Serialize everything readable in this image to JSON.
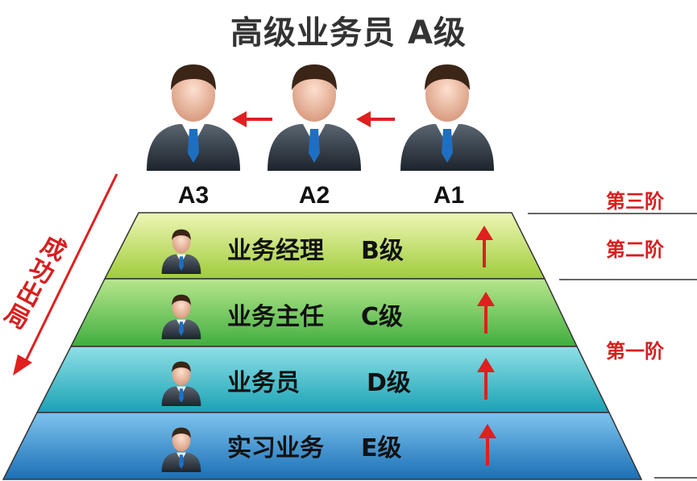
{
  "title": "高级业务员 A级",
  "top_people": [
    "A3",
    "A2",
    "A1"
  ],
  "tiers": [
    {
      "name": "业务经理",
      "level": "B级"
    },
    {
      "name": "业务主任",
      "level": "C级"
    },
    {
      "name": "业务员",
      "level": "D级"
    },
    {
      "name": "实习业务",
      "level": "E级"
    }
  ],
  "stages": [
    "第三阶",
    "第二阶",
    "第一阶"
  ],
  "side_text": [
    "成功出局"
  ],
  "colors": {
    "arrow_red": "#e01f1f",
    "tier_green_light": "#c8e05a",
    "tier_green": "#5fc24a",
    "tier_teal": "#2bb8c4",
    "tier_blue": "#2d86c8"
  }
}
